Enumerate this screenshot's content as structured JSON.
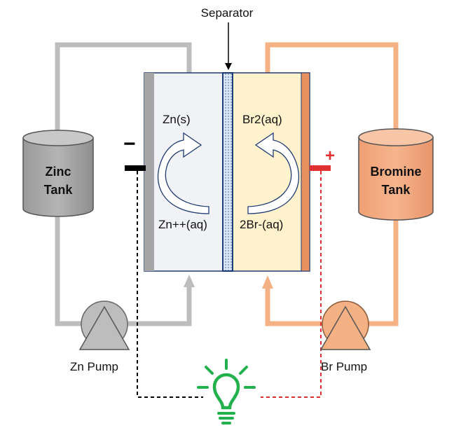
{
  "diagram": {
    "separator_label": "Separator",
    "anode_top_label": "Zn(s)",
    "anode_bottom_label": "Zn++(aq)",
    "cathode_top_label": "Br2(aq)",
    "cathode_bottom_label": "2Br-(aq)",
    "zinc_tank": {
      "line1": "Zinc",
      "line2": "Tank"
    },
    "bromine_tank": {
      "line1": "Bromine",
      "line2": "Tank"
    },
    "zn_pump_label": "Zn Pump",
    "br_pump_label": "Br Pump",
    "negative_sign": "−",
    "positive_sign": "+",
    "colors": {
      "zinc_loop": "#bdbdbd",
      "bromine_loop": "#f4b183",
      "anode_fill": "#f0f2f5",
      "cathode_fill": "#fff2cc",
      "separator": "#1f3b73",
      "negative_wire": "#000000",
      "positive_wire": "#e03030",
      "bulb": "#22b14c"
    }
  }
}
